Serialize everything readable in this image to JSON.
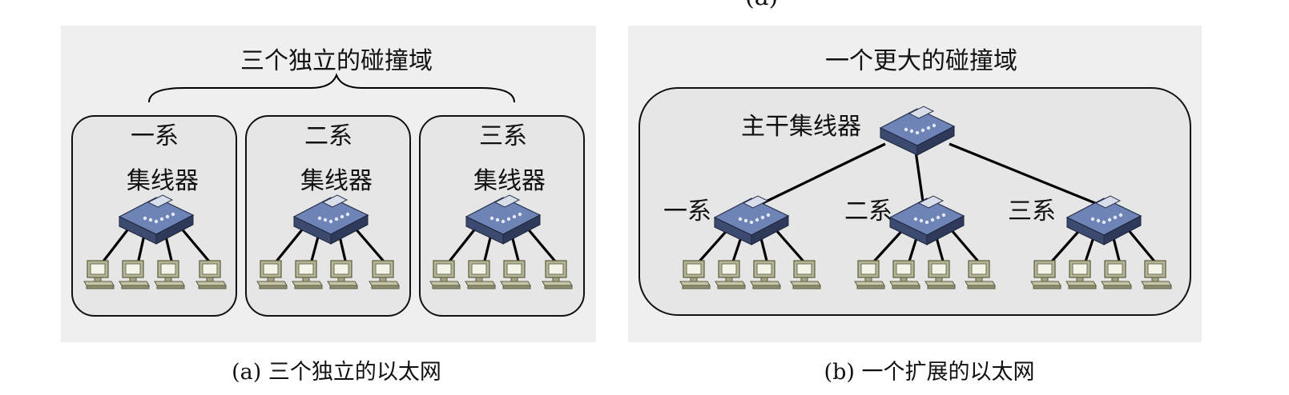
{
  "top_partial_text": "(a)",
  "panel_a": {
    "brace_label": "三个独立的碰撞域",
    "departments": [
      {
        "name": "一系",
        "hub_label": "集线器"
      },
      {
        "name": "二系",
        "hub_label": "集线器"
      },
      {
        "name": "三系",
        "hub_label": "集线器"
      }
    ],
    "caption": "(a) 三个独立的以太网"
  },
  "panel_b": {
    "domain_label": "一个更大的碰撞域",
    "backbone_label": "主干集线器",
    "departments": [
      "一系",
      "二系",
      "三系"
    ],
    "caption": "(b) 一个扩展的以太网"
  },
  "icons": {
    "hub": "hub-icon",
    "host": "computer-icon"
  },
  "colors": {
    "panel_bg": "#efefef",
    "domain_fill": "#e6e6e6",
    "hub": "#6a7fb0",
    "host": "#b6b694",
    "link": "#000000"
  }
}
